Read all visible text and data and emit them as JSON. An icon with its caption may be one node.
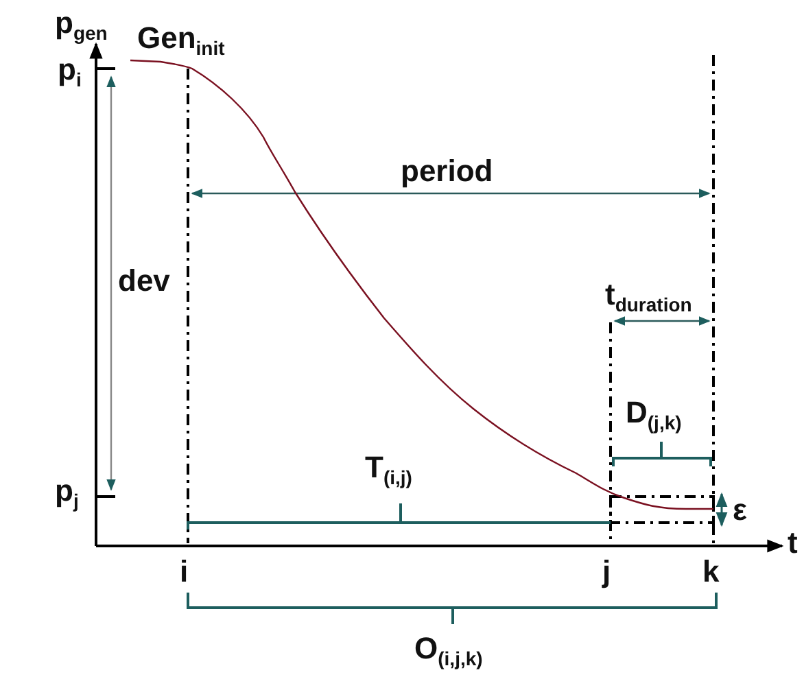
{
  "diagram": {
    "labels": [
      "p$_{gen}$",
      "Gen$_{init}$",
      "p$_{i}$",
      "period",
      "dev",
      "t$_{duration}$",
      "D$_{(j,k)}$",
      "p$_{j}$",
      "T$_{(i,j)}$",
      "ε",
      "t",
      "i",
      "j",
      "k",
      "O$_{(i,j,k)}$"
    ]
  }
}
